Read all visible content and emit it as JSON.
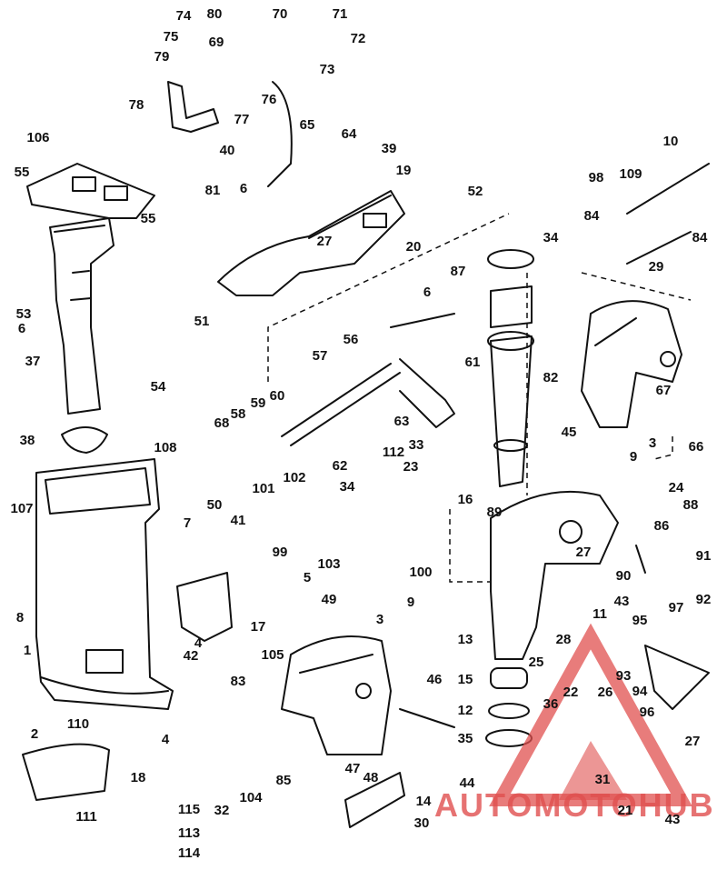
{
  "diagram": {
    "part_labels": [
      "1",
      "2",
      "3",
      "3",
      "4",
      "4",
      "5",
      "6",
      "6",
      "6",
      "7",
      "8",
      "9",
      "9",
      "10",
      "11",
      "12",
      "13",
      "14",
      "15",
      "16",
      "17",
      "18",
      "19",
      "20",
      "21",
      "22",
      "23",
      "24",
      "25",
      "26",
      "27",
      "27",
      "27",
      "28",
      "29",
      "30",
      "31",
      "32",
      "33",
      "34",
      "34",
      "35",
      "36",
      "37",
      "38",
      "39",
      "40",
      "41",
      "42",
      "43",
      "43",
      "44",
      "45",
      "46",
      "47",
      "48",
      "49",
      "50",
      "51",
      "52",
      "53",
      "54",
      "55",
      "55",
      "56",
      "57",
      "58",
      "59",
      "60",
      "61",
      "62",
      "63",
      "64",
      "65",
      "66",
      "67",
      "68",
      "69",
      "70",
      "71",
      "72",
      "73",
      "74",
      "75",
      "76",
      "77",
      "78",
      "79",
      "80",
      "81",
      "82",
      "83",
      "84",
      "84",
      "85",
      "86",
      "87",
      "88",
      "89",
      "90",
      "91",
      "92",
      "93",
      "94",
      "95",
      "96",
      "97",
      "98",
      "99",
      "100",
      "101",
      "102",
      "103",
      "104",
      "105",
      "106",
      "107",
      "108",
      "109",
      "110",
      "111",
      "112",
      "113",
      "114",
      "115"
    ]
  },
  "watermark": {
    "text": "AUTOMOTOHUB",
    "color": "#e0504f"
  }
}
